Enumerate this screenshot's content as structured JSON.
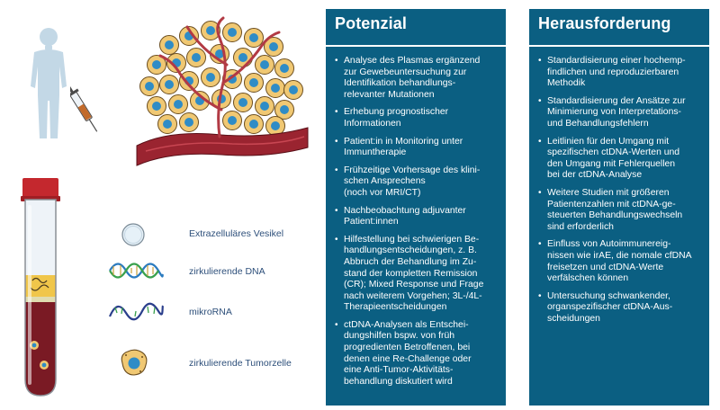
{
  "legend": {
    "vesicle": "Extrazelluläres Vesikel",
    "dna": "zirkulierende DNA",
    "mirna": "mikroRNA",
    "tumor_cell": "zirkulierende Tumorzelle"
  },
  "potenzial": {
    "title": "Potenzial",
    "items": [
      "Analyse des Plasmas ergänzend\nzur Gewebeuntersuchung zur\nIdentifikation behandlungs-\nrelevanter Mutationen",
      "Erhebung prognostischer\nInformationen",
      "Patient:in in Monitoring unter\nImmuntherapie",
      "Frühzeitige Vorhersage des klini-\nschen Ansprechens\n(noch vor MRI/CT)",
      "Nachbeobachtung adjuvanter\nPatient:innen",
      "Hilfestellung bei schwierigen Be-\nhandlungsentscheidungen, z. B.\nAbbruch der Behandlung im Zu-\nstand der kompletten Remission\n(CR); Mixed Response und Frage\nnach weiterem Vorgehen; 3L-/4L-\nTherapieentscheidungen",
      "ctDNA-Analysen als Entschei-\ndungshilfen bspw. von früh\nprogredienten Betroffenen, bei\ndenen eine Re-Challenge oder\neine Anti-Tumor-Aktivitäts-\nbehandlung diskutiert wird"
    ]
  },
  "herausforderung": {
    "title": "Herausforderung",
    "items": [
      "Standardisierung einer hochemp-\nfindlichen und reproduzierbaren\nMethodik",
      "Standardisierung der Ansätze zur\nMinimierung von Interpretations-\nund Behandlungsfehlern",
      "Leitlinien für den Umgang mit\nspezifischen ctDNA-Werten und\nden Umgang mit Fehlerquellen\nbei der ctDNA-Analyse",
      "Weitere Studien mit größeren\nPatientenzahlen mit ctDNA-ge-\nsteuerten Behandlungswechseln\nsind erforderlich",
      "Einfluss von Autoimmunereig-\nnissen wie irAE, die nomale cfDNA\nfreisetzen und ctDNA-Werte\nverfälschen können",
      "Untersuchung schwankender,\norganspezifischer ctDNA-Aus-\nscheidungen"
    ]
  },
  "colors": {
    "panel": "#0b5f82",
    "legend_text": "#2d4f7a",
    "blood": "#7a1a24",
    "tumor_cell": "#f0c873",
    "tumor_nucleus": "#2f8cc6"
  },
  "icons": {
    "figure": "human-silhouette-icon",
    "syringe": "syringe-icon",
    "tumor": "tumor-mass-icon",
    "tube": "blood-tube-icon",
    "vesicle": "vesicle-icon",
    "dna": "dna-helix-icon",
    "mirna": "mirna-icon",
    "tumor_cell": "tumor-cell-icon"
  }
}
